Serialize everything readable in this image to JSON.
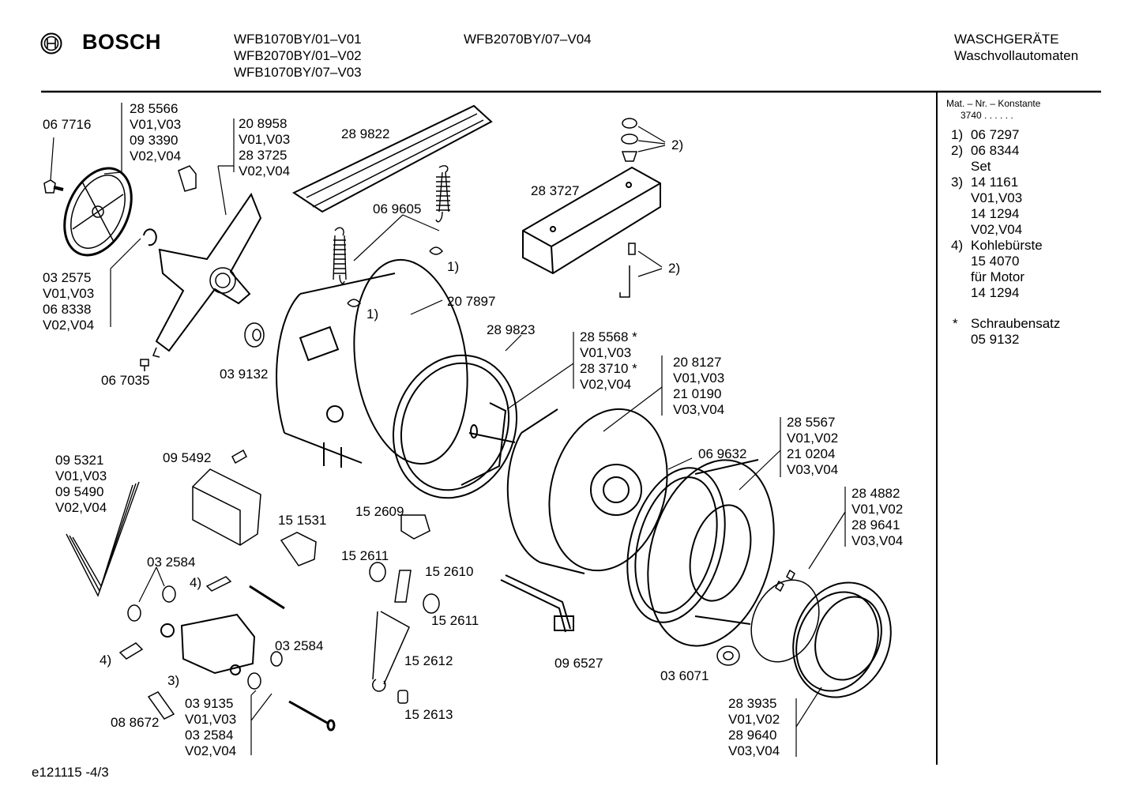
{
  "header": {
    "brand": "BOSCH",
    "models_col1": [
      "WFB1070BY/01–V01",
      "WFB2070BY/01–V02",
      "WFB1070BY/07–V03"
    ],
    "models_col2": [
      "WFB2070BY/07–V04"
    ],
    "category": [
      "WASCHGERÄTE",
      "Waschvollautomaten"
    ]
  },
  "side_panel": {
    "title": "Mat. – Nr. – Konstante",
    "constant": "3740 . . . . . .",
    "notes": [
      {
        "key": "1)",
        "lines": [
          "06 7297"
        ]
      },
      {
        "key": "2)",
        "lines": [
          "06 8344",
          "Set"
        ]
      },
      {
        "key": "3)",
        "lines": [
          "14 1161",
          "V01,V03",
          "14 1294",
          "V02,V04"
        ]
      },
      {
        "key": "4)",
        "lines": [
          "Kohlebürste",
          "15 4070",
          "für Motor",
          "14 1294"
        ]
      },
      {
        "key": "*",
        "lines": [
          "Schraubensatz",
          "05 9132"
        ]
      }
    ]
  },
  "labels": {
    "p067716": "06 7716",
    "p285566": [
      "28 5566",
      "V01,V03",
      "09 3390",
      "V02,V04"
    ],
    "p208958": [
      "20 8958",
      "V01,V03",
      "28 3725",
      "V02,V04"
    ],
    "p289822": "28 9822",
    "p069605": "06 9605",
    "p283727": "28 3727",
    "n2a": "2)",
    "n2b": "2)",
    "n1a": "1)",
    "n1b": "1)",
    "p032575": [
      "03 2575",
      "V01,V03",
      "06 8338",
      "V02,V04"
    ],
    "p207897": "20 7897",
    "p067035": "06 7035",
    "p039132": "03 9132",
    "p289823": "28 9823",
    "p285568": [
      "28 5568 *",
      "V01,V03",
      "28 3710 *",
      "V02,V04"
    ],
    "p208127": [
      "20 8127",
      "V01,V03",
      "21 0190",
      "V03,V04"
    ],
    "p285567": [
      "28 5567",
      "V01,V02",
      "21 0204",
      "V03,V04"
    ],
    "p095321": [
      "09 5321",
      "V01,V03",
      "09 5490",
      "V02,V04"
    ],
    "p095492": "09 5492",
    "p069632": "06 9632",
    "p151531": "15 1531",
    "p152609": "15 2609",
    "p284882": [
      "28 4882",
      "V01,V02",
      "28 9641",
      "V03,V04"
    ],
    "p032584a": "03 2584",
    "n4a": "4)",
    "p152611a": "15 2611",
    "p152610": "15 2610",
    "p152611b": "15 2611",
    "n4b": "4)",
    "p032584b": "03 2584",
    "n3": "3)",
    "p152612": "15 2612",
    "p096527": "09 6527",
    "p036071": "03 6071",
    "p039135": [
      "03 9135",
      "V01,V03",
      "03 2584",
      "V02,V04"
    ],
    "p088672": "08 8672",
    "p152613": "15 2613",
    "p283935": [
      "28 3935",
      "V01,V02",
      "28 9640",
      "V03,V04"
    ]
  },
  "footer": {
    "doc_id": "e121115 -4/3"
  }
}
